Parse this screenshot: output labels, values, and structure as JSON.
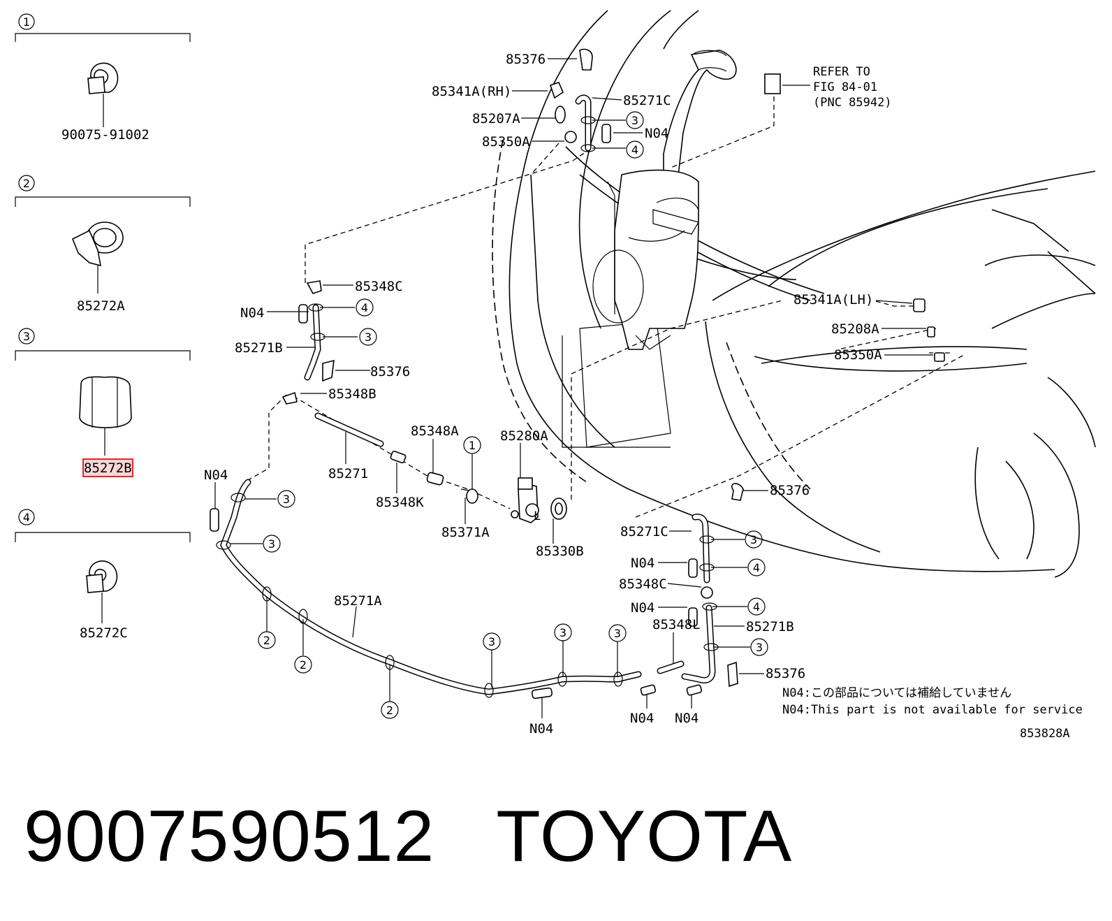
{
  "legend": [
    {
      "num": "1",
      "part": "90075-91002"
    },
    {
      "num": "2",
      "part": "85272A"
    },
    {
      "num": "3",
      "part": "85272B"
    },
    {
      "num": "4",
      "part": "85272C"
    }
  ],
  "labels": {
    "p85376_top": "85376",
    "p85341A_RH": "85341A(RH)",
    "p85207A": "85207A",
    "p85350A_top": "85350A",
    "p85271C_top": "85271C",
    "n04_top": "N04",
    "refer_1": "REFER TO",
    "refer_2": "FIG 84-01",
    "refer_3": "(PNC 85942)",
    "p85348C_left": "85348C",
    "n04_left": "N04",
    "p85271B_left": "85271B",
    "p85376_mid": "85376",
    "p85348B": "85348B",
    "p85348A": "85348A",
    "p85280A": "85280A",
    "p85271": "85271",
    "p85348K": "85348K",
    "p85371A": "85371A",
    "p85330B": "85330B",
    "n04_lower_left": "N04",
    "p85341A_LH": "85341A(LH)",
    "p85208A": "85208A",
    "p85350A_right": "85350A",
    "p85376_right": "85376",
    "p85271C_right": "85271C",
    "n04_right1": "N04",
    "p85348C_right": "85348C",
    "n04_right2": "N04",
    "p85348L": "85348L",
    "p85271B_right": "85271B",
    "p85376_bottom": "85376",
    "p85271A": "85271A",
    "n04_bottom1": "N04",
    "n04_bottom2": "N04",
    "n04_bottom3": "N04",
    "pump_mark": "L"
  },
  "notes": {
    "jp": "N04:この部品については補給していません",
    "en": "N04:This part is not available for service"
  },
  "diagram_id": "853828A",
  "footer": {
    "part_number": "9007590512",
    "brand": "TOYOTA"
  },
  "highlight_part": "85272B"
}
